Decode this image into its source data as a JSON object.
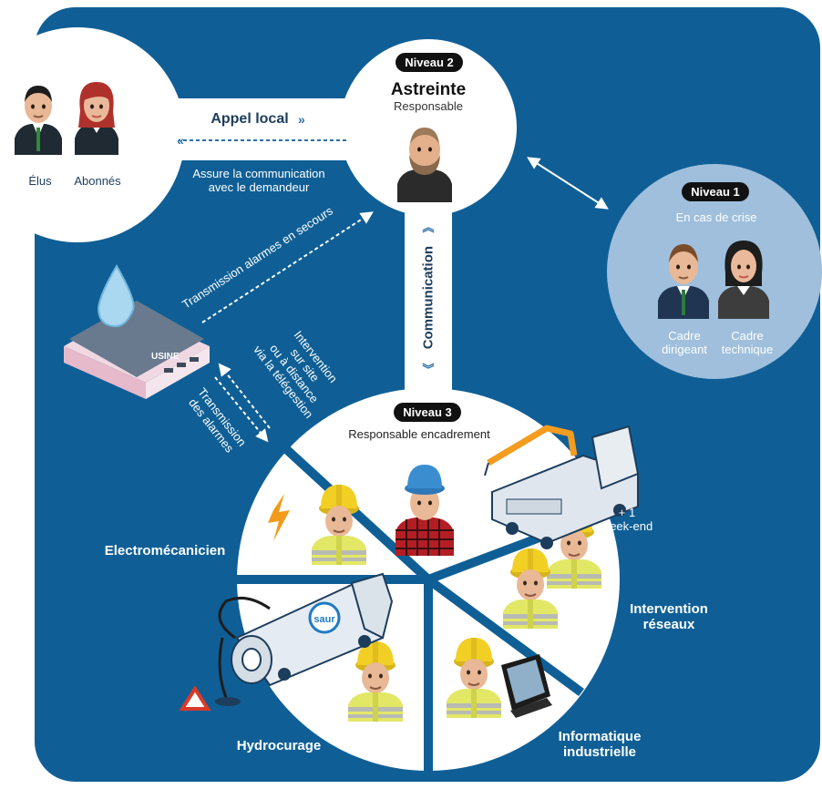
{
  "top_left": {
    "elus": "Élus",
    "abonnes": "Abonnés"
  },
  "appel_local": "Appel local",
  "assure": {
    "line1": "Assure la communication",
    "line2": "avec le demandeur"
  },
  "niveau2": {
    "badge": "Niveau 2",
    "title": "Astreinte",
    "subtitle": "Responsable"
  },
  "niveau1": {
    "badge": "Niveau 1",
    "subtitle": "En cas de crise",
    "role1_line1": "Cadre",
    "role1_line2": "dirigeant",
    "role2_line1": "Cadre",
    "role2_line2": "technique"
  },
  "niveau3": {
    "badge": "Niveau 3",
    "subtitle": "Responsable encadrement"
  },
  "communication": "Communication",
  "transmission_secours": "Transmission alarmes en secours",
  "usine": "USINE",
  "intervention": {
    "line1": "Intervention",
    "line2": "sur site",
    "line3": "ou à distance",
    "line4": "via la télégestion"
  },
  "transmission_alarmes": {
    "line1": "Transmission",
    "line2": "des alarmes"
  },
  "segments": {
    "electro": "Electromécanicien",
    "hydro": "Hydrocurage",
    "info_line1": "Informatique",
    "info_line2": "industrielle",
    "reseaux_line1": "Intervention",
    "reseaux_line2": "réseaux",
    "weekend_line1": "+ 1",
    "weekend_line2": "week-end"
  },
  "truck_logo": "saur",
  "colors": {
    "background_blue": "#0f5f96",
    "circle_white": "#ffffff",
    "niveau1_circle": "#9fbfdc",
    "hardhat_yellow": "#f2cf24",
    "vest_yellow": "#e3e766",
    "badge_black": "#111111",
    "crane_orange": "#f39c1f",
    "lightning_orange": "#f29a1b"
  },
  "icons": [
    "person-icon",
    "water-drop-icon",
    "factory-icon",
    "crane-truck-icon",
    "tanker-truck-icon",
    "computer-monitor-icon",
    "lightning-icon",
    "warning-triangle-icon",
    "arrow-icon"
  ]
}
